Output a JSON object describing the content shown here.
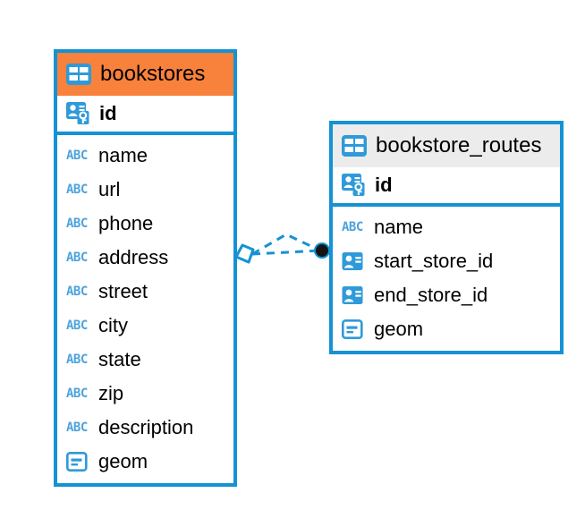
{
  "diagram": {
    "type": "entity-relationship-diagram",
    "accent_color": "#1592d4",
    "header_highlight_color": "#f8813b",
    "header_default_color": "#ececec",
    "text_color": "#000000"
  },
  "tables": [
    {
      "name": "bookstores",
      "header_icon": "table-icon",
      "header_style": "orange",
      "primary_key": {
        "label": "id",
        "icon": "primary-key-icon"
      },
      "fields": [
        {
          "label": "name",
          "icon": "abc-text-icon"
        },
        {
          "label": "url",
          "icon": "abc-text-icon"
        },
        {
          "label": "phone",
          "icon": "abc-text-icon"
        },
        {
          "label": "address",
          "icon": "abc-text-icon"
        },
        {
          "label": "street",
          "icon": "abc-text-icon"
        },
        {
          "label": "city",
          "icon": "abc-text-icon"
        },
        {
          "label": "state",
          "icon": "abc-text-icon"
        },
        {
          "label": "zip",
          "icon": "abc-text-icon"
        },
        {
          "label": "description",
          "icon": "abc-text-icon"
        },
        {
          "label": "geom",
          "icon": "geometry-icon"
        }
      ]
    },
    {
      "name": "bookstore_routes",
      "header_icon": "table-icon",
      "header_style": "grey",
      "primary_key": {
        "label": "id",
        "icon": "primary-key-icon"
      },
      "fields": [
        {
          "label": "name",
          "icon": "abc-text-icon"
        },
        {
          "label": "start_store_id",
          "icon": "foreign-key-icon"
        },
        {
          "label": "end_store_id",
          "icon": "foreign-key-icon"
        },
        {
          "label": "geom",
          "icon": "geometry-icon"
        }
      ]
    }
  ],
  "relationship": {
    "line_style": "dashed",
    "line_color": "#1592d4",
    "source_endpoint": "diamond",
    "target_endpoint": "filled-circle",
    "target_endpoint_color": "#111111"
  },
  "icons": {
    "abc_text": "ABC"
  }
}
